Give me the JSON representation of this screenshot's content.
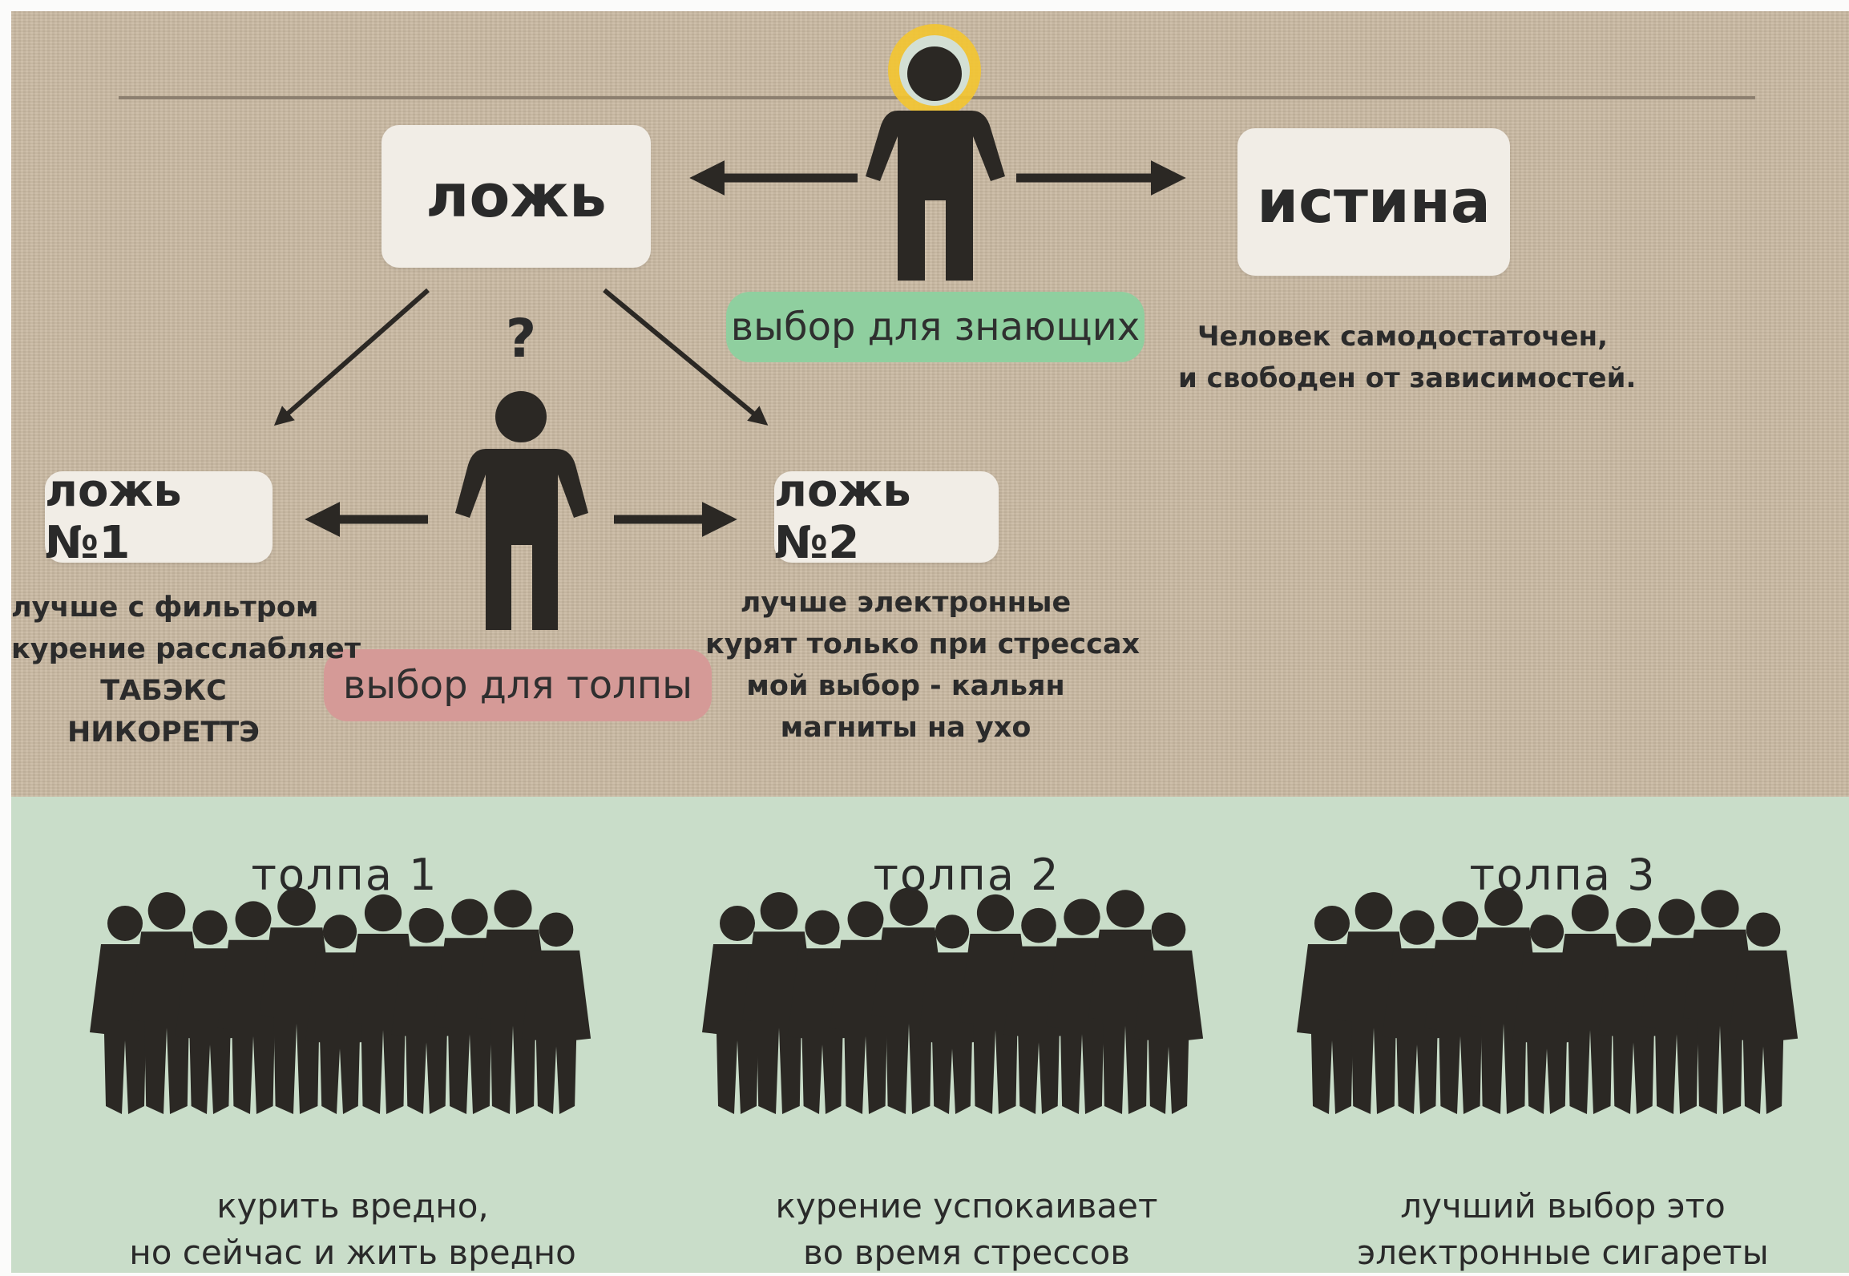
{
  "top": {
    "lie_label": "ложь",
    "truth_label": "истина",
    "knowing_choice": "выбор для знающих",
    "truth_text": [
      "Человек самодостаточен,",
      "и свободен от зависимостей."
    ],
    "question_mark": "?",
    "lie1_label": "ложь №1",
    "lie2_label": "ложь №2",
    "crowd_choice": "выбор для толпы",
    "lie1_items": [
      "лучше с фильтром",
      "курение расслабляет",
      "ТАБЭКС",
      "НИКОРЕТТЭ"
    ],
    "lie2_items": [
      "лучше электронные",
      "курят только при стрессах",
      "мой выбор - кальян",
      "магниты на ухо"
    ]
  },
  "crowds": [
    {
      "label": "толпа 1",
      "caption": [
        "курить вредно,",
        "но сейчас и жить вредно"
      ]
    },
    {
      "label": "толпа 2",
      "caption": [
        "курение успокаивает",
        "во время стрессов"
      ]
    },
    {
      "label": "толпа 3",
      "caption": [
        "лучший выбор это",
        "электронные сигареты"
      ]
    }
  ],
  "colors": {
    "top_background": "#c9b9a2",
    "bottom_background": "#c9ddc9",
    "knowing_pill": "#8fcf9f",
    "crowd_pill": "#d59a97",
    "figure": "#2b2824",
    "halo": "#f3c530"
  }
}
